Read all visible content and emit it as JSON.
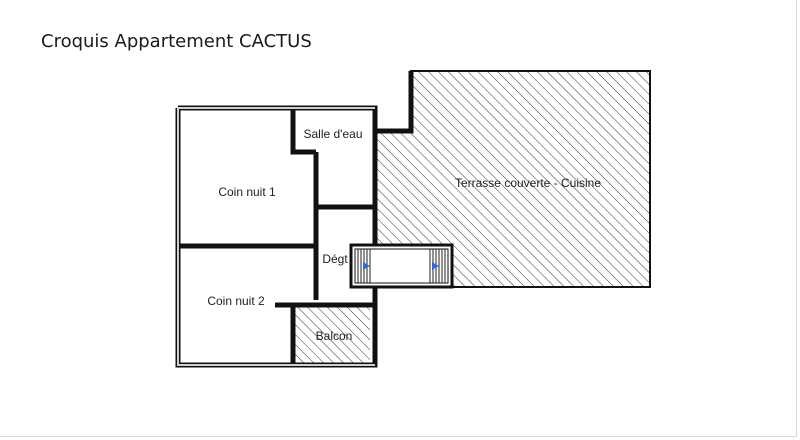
{
  "title": "Croquis Appartement CACTUS",
  "rooms": {
    "coin_nuit_1": "Coin nuit 1",
    "coin_nuit_2": "Coin nuit 2",
    "salle_eau": "Salle d'eau",
    "degt": "Dégt",
    "balcon": "Balcon",
    "terrasse": "Terrasse couverte - Cuisine"
  },
  "colors": {
    "wall": "#111111",
    "wall_fill": "#bdbdbd",
    "hatch": "#333333",
    "arrow": "#2e6fd6"
  }
}
